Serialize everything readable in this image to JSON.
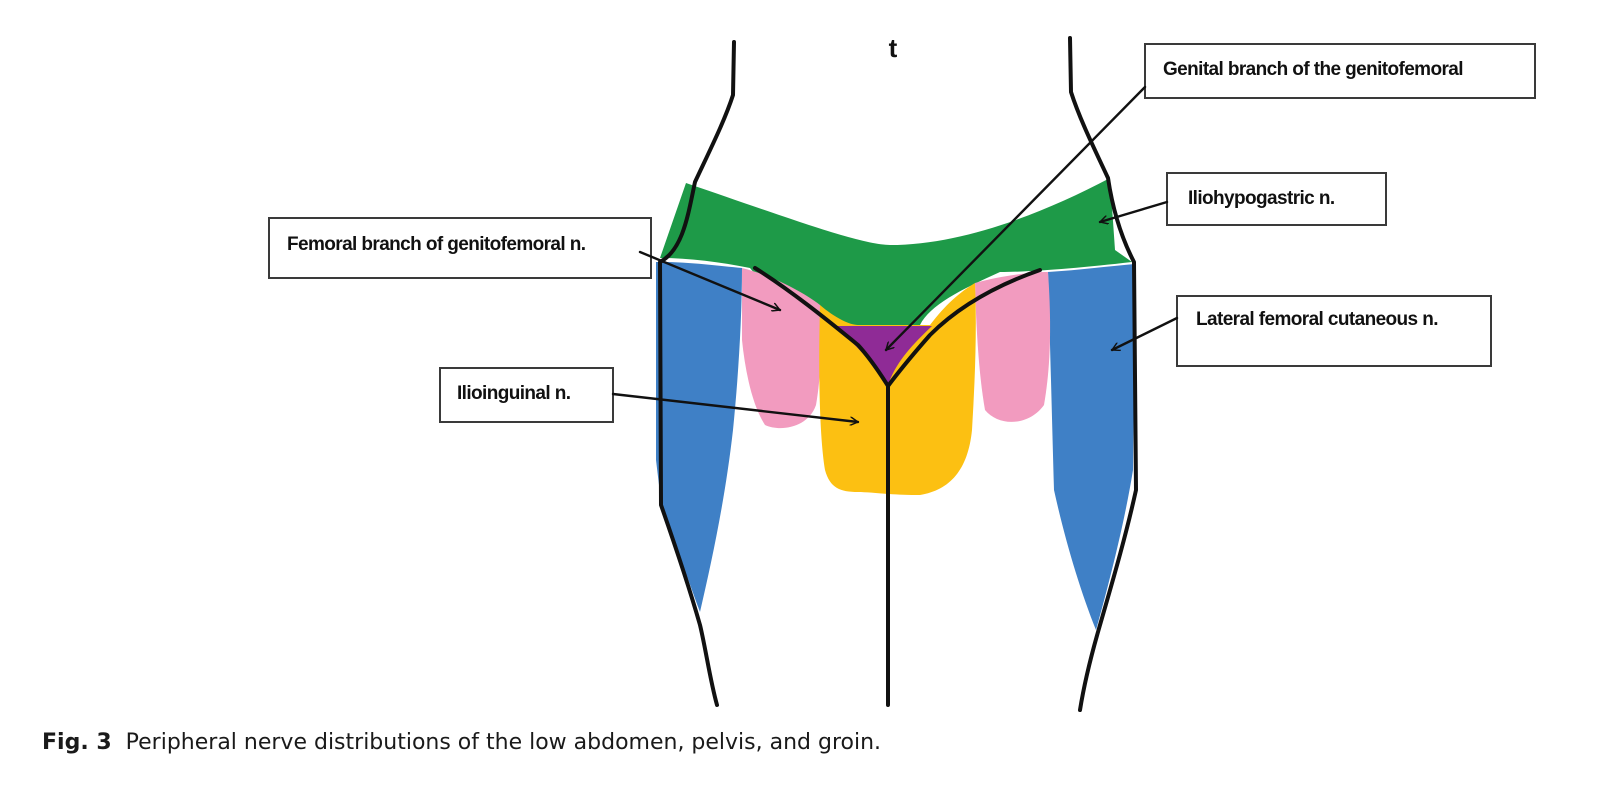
{
  "regions": [
    {
      "key": "iliohypogastric",
      "color": "#1e9a48"
    },
    {
      "key": "lateral_femoral_cutaneous",
      "color": "#3f80c6"
    },
    {
      "key": "femoral_branch",
      "color": "#f29bbf"
    },
    {
      "key": "ilioinguinal",
      "color": "#fcc012"
    },
    {
      "key": "genital_branch",
      "color": "#8f2b96"
    }
  ],
  "labels": {
    "genital_branch": "Genital branch of the genitofemoral",
    "iliohypogastric": "Iliohypogastric n.",
    "femoral_branch": "Femoral branch of genitofemoral n.",
    "lateral_femoral_cutaneous": "Lateral femoral cutaneous n.",
    "ilioinguinal": "Ilioinguinal n."
  },
  "navel_mark": "t",
  "caption": {
    "figure_label": "Fig. 3",
    "text": "Peripheral nerve distributions of the low abdomen, pelvis, and groin."
  }
}
